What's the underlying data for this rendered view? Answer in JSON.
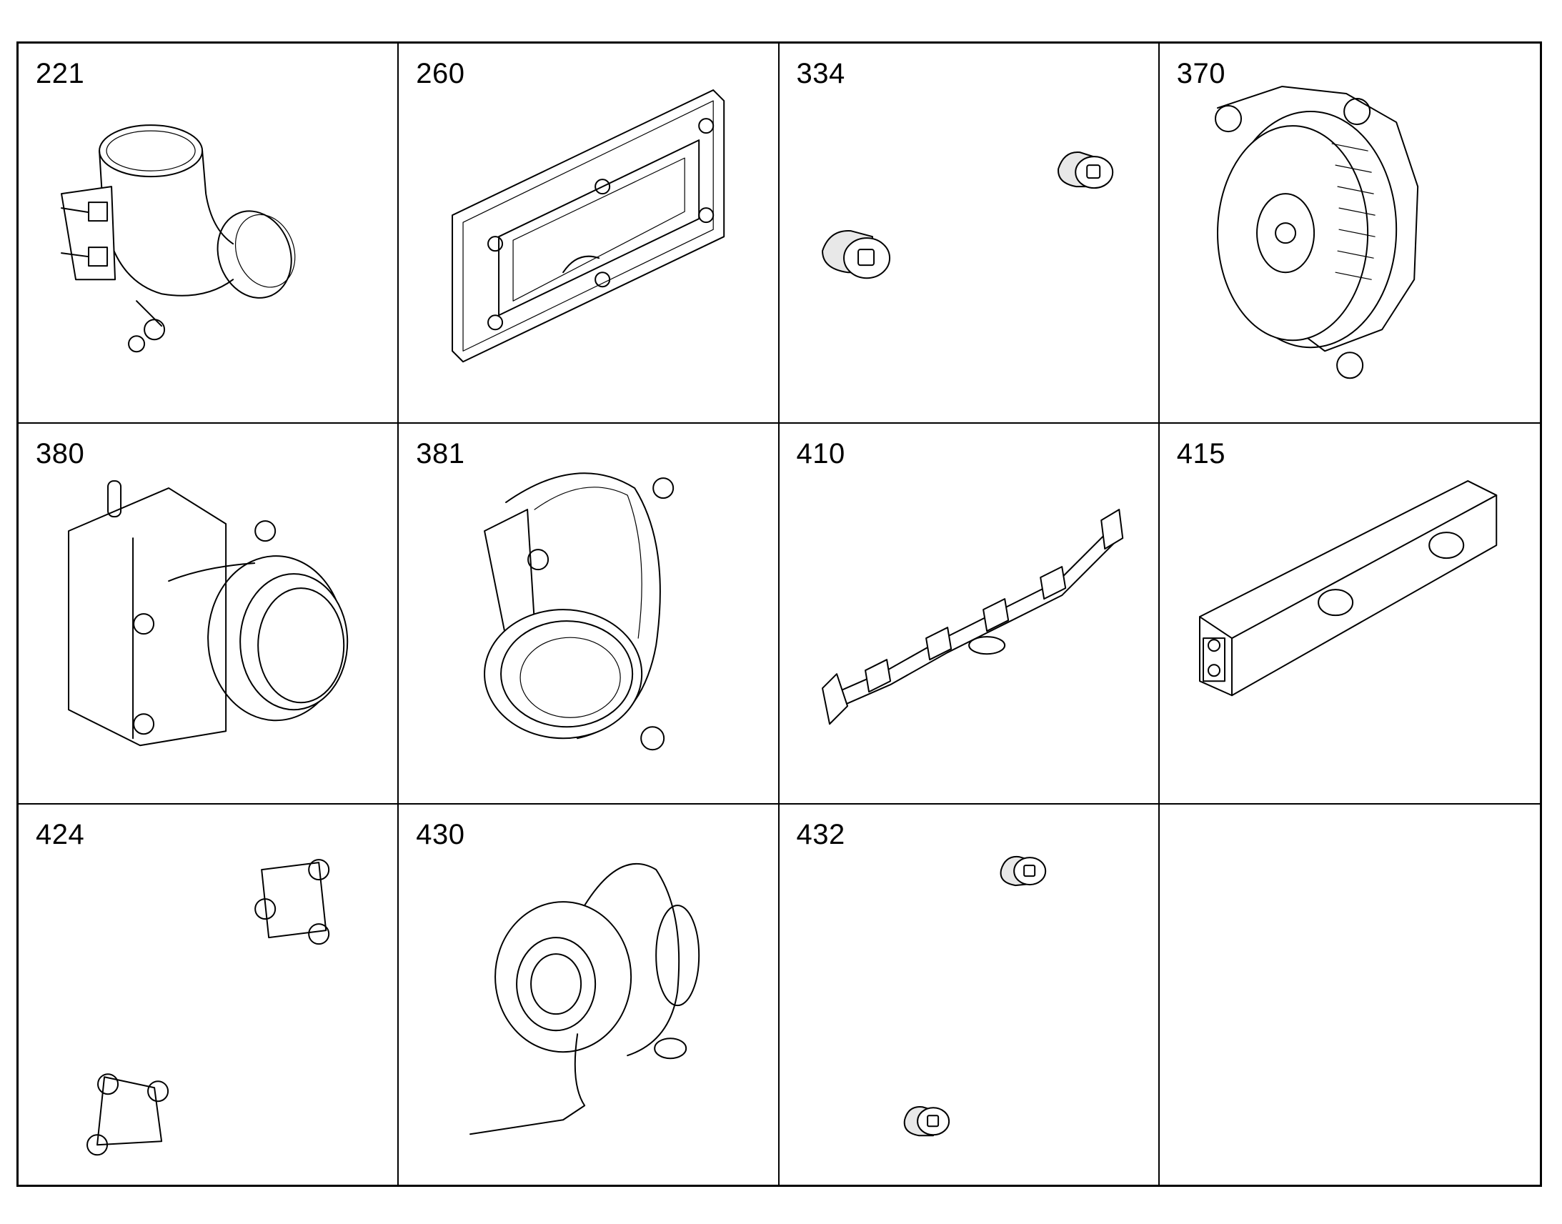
{
  "parts": [
    {
      "number": "221",
      "icon": "throttle-valve-icon"
    },
    {
      "number": "260",
      "icon": "gasket-frame-icon"
    },
    {
      "number": "334",
      "icon": "plug-pair-icon"
    },
    {
      "number": "370",
      "icon": "water-pump-pulley-icon"
    },
    {
      "number": "380",
      "icon": "egr-valve-icon"
    },
    {
      "number": "381",
      "icon": "flange-elbow-icon"
    },
    {
      "number": "410",
      "icon": "exhaust-manifold-icon"
    },
    {
      "number": "415",
      "icon": "heat-shield-icon"
    },
    {
      "number": "424",
      "icon": "tri-flange-plate-icon"
    },
    {
      "number": "430",
      "icon": "turbocharger-icon"
    },
    {
      "number": "432",
      "icon": "plug-pair-icon"
    },
    {
      "number": "",
      "icon": ""
    }
  ]
}
